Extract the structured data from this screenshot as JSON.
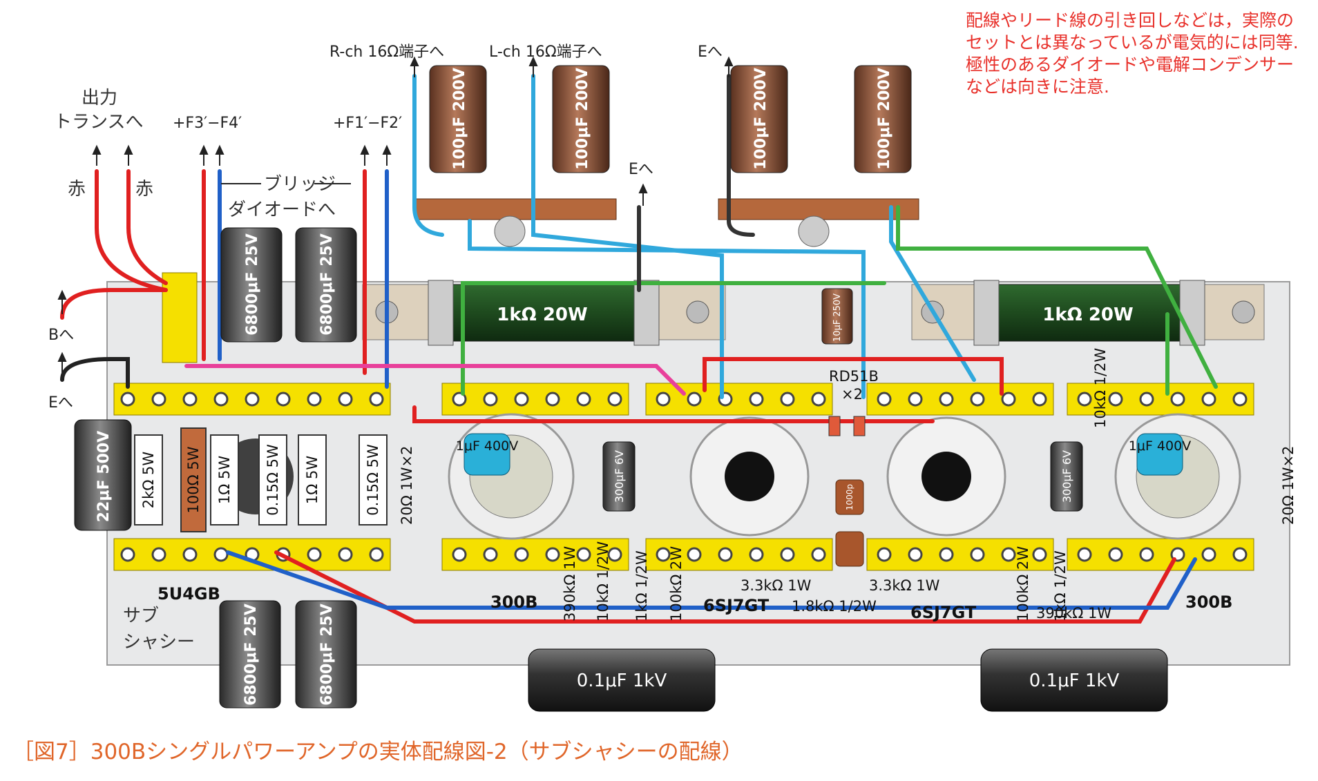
{
  "note": {
    "lines": [
      "配線やリード線の引き回しなどは，実際の",
      "セットとは異なっているが電気的には同等.",
      "極性のあるダイオードや電解コンデンサー",
      "などは向きに注意."
    ]
  },
  "caption": "［図7］300Bシングルパワーアンプの実体配線図-2（サブシャシーの配線）",
  "labels": {
    "rch": "R-ch 16Ω端子へ",
    "lch": "L-ch 16Ω端子へ",
    "e_top": "Eへ",
    "e_mid": "Eへ",
    "out1": "出力",
    "out2": "トランスへ",
    "f34": "+F3′−F4′",
    "f12": "+F1′−F2′",
    "red1": "赤",
    "red2": "赤",
    "bridge1": "ブリッジ",
    "bridge2": "ダイオードへ",
    "b_to": "Bへ",
    "e_left": "Eへ",
    "rect_tube": "5U4GB",
    "sub1": "サブ",
    "sub2": "シャシー",
    "tube_300b_l": "300B",
    "tube_6sj7_l": "6SJ7GT",
    "tube_6sj7_r": "6SJ7GT",
    "tube_300b_r": "300B",
    "rd51b": "RD51B",
    "x2": "×2",
    "r_390k_l": "390kΩ 1W",
    "r_10k_l": "10kΩ 1/2W",
    "r_1k_l": "1kΩ 1/2W",
    "r_100k_l": "100kΩ 2W",
    "r_33k_l": "3.3kΩ 1W",
    "r_18k": "1.8kΩ 1/2W",
    "r_33k_r": "3.3kΩ 1W",
    "r_100k_r": "100kΩ 2W",
    "r_1k_r": "1kΩ 1/2W",
    "r_390k_r": "390kΩ 1W",
    "r_10k_r": "10kΩ 1/2W",
    "r_20_l": "20Ω 1W×2",
    "r_20_r": "20Ω 1W×2"
  },
  "parts": {
    "cap_100u_1": "100μF 200V",
    "cap_100u_2": "100μF 200V",
    "cap_100u_3": "100μF 200V",
    "cap_100u_4": "100μF 200V",
    "cap_6800_1": "6800μF 25V",
    "cap_6800_2": "6800μF 25V",
    "cap_6800_3": "6800μF 25V",
    "cap_6800_4": "6800μF 25V",
    "cap_22u": "22μF 500V",
    "cap_10u": "10μF 250V",
    "res_1k_20w_l": "1kΩ 20W",
    "res_1k_20w_r": "1kΩ 20W",
    "res_2k": "2kΩ 5W",
    "res_100": "100Ω 5W",
    "res_1a": "1Ω 5W",
    "res_015a": "0.15Ω 5W",
    "res_1b": "1Ω 5W",
    "res_015b": "0.15Ω 5W",
    "cap_1u_l": "1μF 400V",
    "cap_1u_r": "1μF 400V",
    "cap_300u_l": "300μF 6V",
    "cap_300u_r": "300μF 6V",
    "cap_01u_l": "0.1μF 1kV",
    "cap_01u_r": "0.1μF 1kV",
    "cap_1000p": "1000p"
  },
  "colors": {
    "red_wire": "#e02020",
    "blue_wire": "#2060c8",
    "cyan_wire": "#30a8dc",
    "green_wire": "#40b040",
    "pink_wire": "#e8409a",
    "yellow_strip": "#f5e000",
    "note_red": "#e8302a",
    "caption_orange": "#e0662a"
  }
}
